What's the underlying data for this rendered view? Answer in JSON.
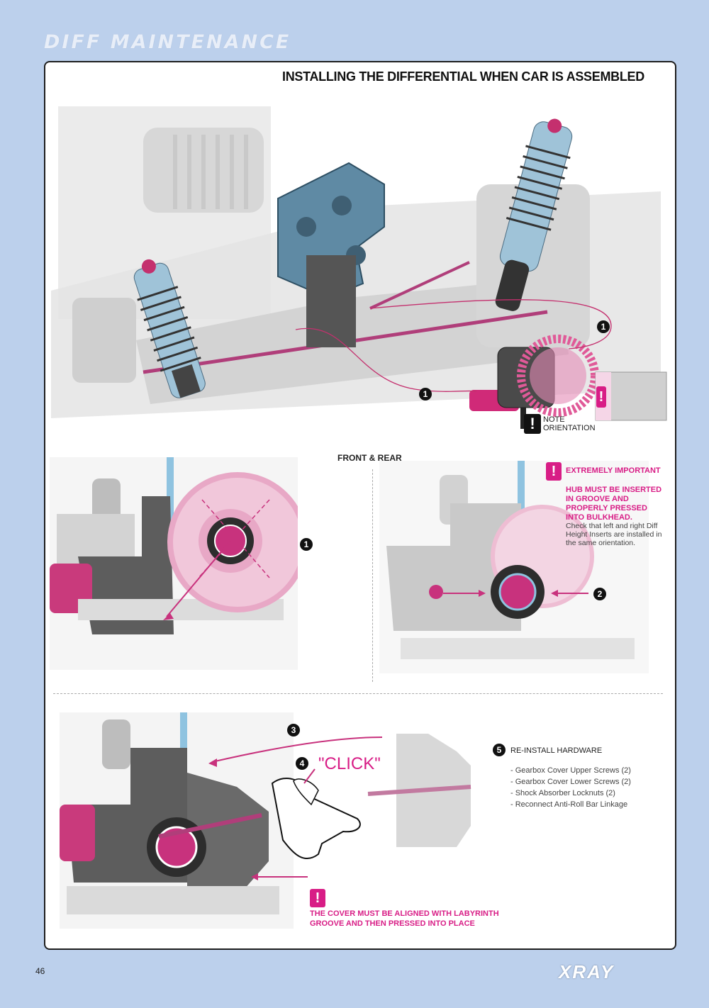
{
  "header": {
    "section_title": "DIFF MAINTENANCE"
  },
  "main": {
    "title": "INSTALLING THE DIFFERENTIAL WHEN CAR IS ASSEMBLED",
    "step1_label": "1",
    "note_orientation": [
      "NOTE",
      "ORIENTATION"
    ]
  },
  "mid": {
    "front_rear": "FRONT & REAR",
    "left_step": "1",
    "right_step": "2",
    "important_title": "EXTREMELY IMPORTANT",
    "important_body": "HUB MUST BE INSERTED IN GROOVE AND PROPERLY PRESSED INTO BULKHEAD.",
    "important_note": "Check that left and right Diff Height Inserts are installed in the same orientation."
  },
  "bottom": {
    "step3": "3",
    "step4": "4",
    "click_label": "\"CLICK\"",
    "step5": "5",
    "reinstall_title": "RE-INSTALL HARDWARE",
    "hardware_list": [
      "- Gearbox Cover Upper Screws (2)",
      "- Gearbox Cover Lower Screws (2)",
      "- Shock Absorber Locknuts (2)",
      "- Reconnect Anti-Roll Bar Linkage"
    ],
    "cover_note": [
      "THE COVER MUST BE ALIGNED WITH LABYRINTH",
      "GROOVE AND THEN PRESSED INTO PLACE"
    ]
  },
  "footer": {
    "page_number": "46",
    "brand": "XRAY"
  },
  "colors": {
    "accent": "#d81d86",
    "page_bg": "#bcd0ec",
    "part_blue": "#7fa3bd"
  }
}
